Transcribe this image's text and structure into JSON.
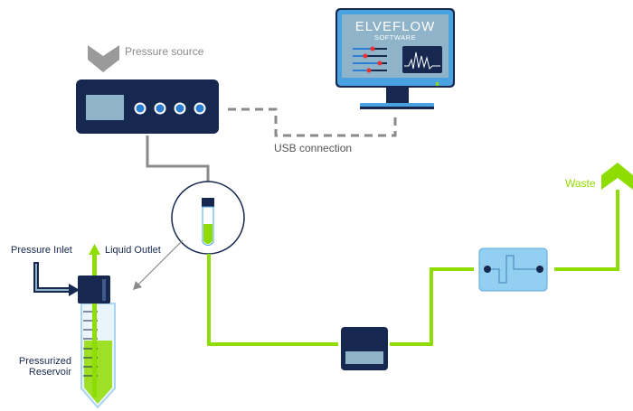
{
  "labels": {
    "pressure_source": "Pressure source",
    "usb_connection": "USB connection",
    "waste": "Waste",
    "pressure_inlet": "Pressure Inlet",
    "liquid_outlet": "Liquid Outlet",
    "reservoir_line1": "Pressurized",
    "reservoir_line2": "Reservoir"
  },
  "software": {
    "brand": "ELVEFLOW",
    "subtitle": "SOFTWARE"
  },
  "colors": {
    "fluid_green": "#8fdc00",
    "navy": "#16284f",
    "screen_blue": "#8fb3c9",
    "accent_blue": "#2a7fd4",
    "chip_blue": "#93cff0",
    "cable_gray": "#8a8a8a",
    "slider_red": "#e8332a"
  }
}
